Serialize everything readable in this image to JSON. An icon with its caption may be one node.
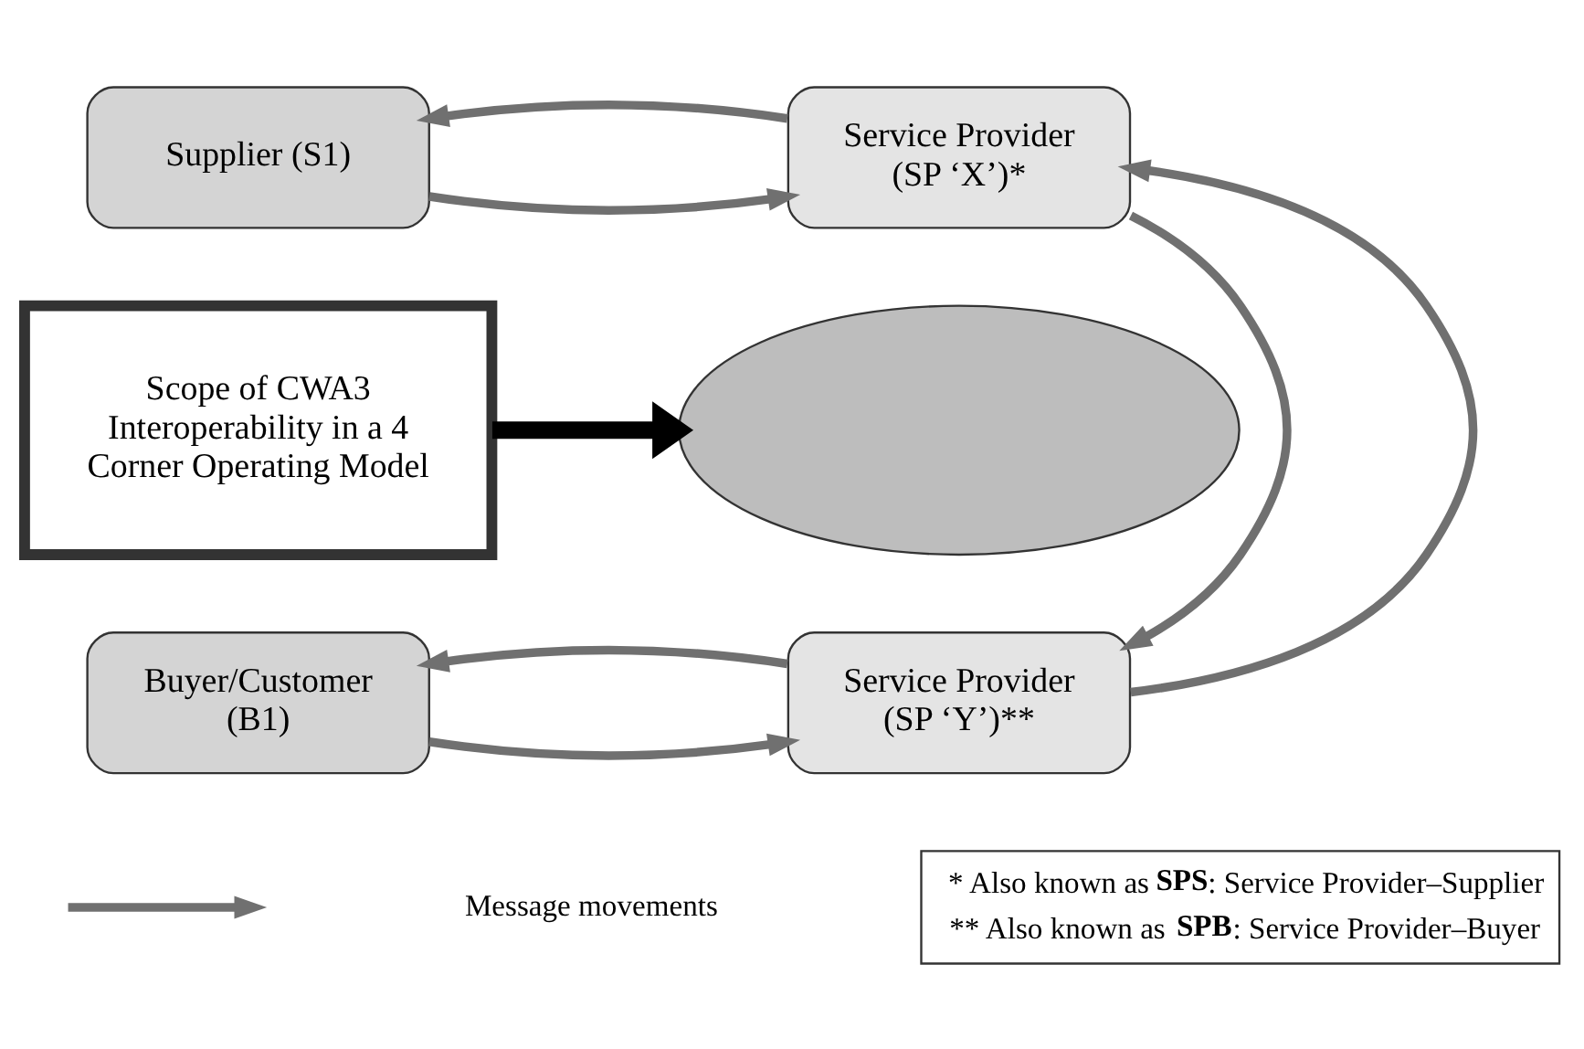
{
  "diagram": {
    "nodes": [
      {
        "text": [
          "Supplier (S1)"
        ]
      },
      {
        "text": [
          "Service Provider (SP ‘X’)*"
        ]
      },
      {
        "text": [
          "Scope of CWA3 Interoperability in a 4 Corner Operating Model"
        ]
      },
      {
        "text": [],
        "shape": "ellipse"
      },
      {
        "text": [
          "Buyer/Customer (B1)"
        ]
      },
      {
        "text": [
          "Service Provider (SP ‘Y’)**"
        ]
      }
    ],
    "edges": [
      {
        "from": 0,
        "to": 1,
        "arrow": "to"
      },
      {
        "from": 1,
        "to": 0,
        "arrow": "to"
      },
      {
        "from": 1,
        "to": 5,
        "arrow": "to"
      },
      {
        "from": 5,
        "to": 1,
        "arrow": "to"
      },
      {
        "from": 2,
        "to": 3,
        "arrow": "to",
        "style": "thick",
        "color": "#000000"
      },
      {
        "from": 4,
        "to": 5,
        "arrow": "to"
      },
      {
        "from": 5,
        "to": 4,
        "arrow": "to"
      }
    ],
    "labels": [
      "* Also known as **SPS**: Service Provider–Supplier",
      "** Also known as **SPB**: Service Provider–Buyer"
    ],
    "legend": [
      {
        "text": "Message movements"
      }
    ]
  }
}
